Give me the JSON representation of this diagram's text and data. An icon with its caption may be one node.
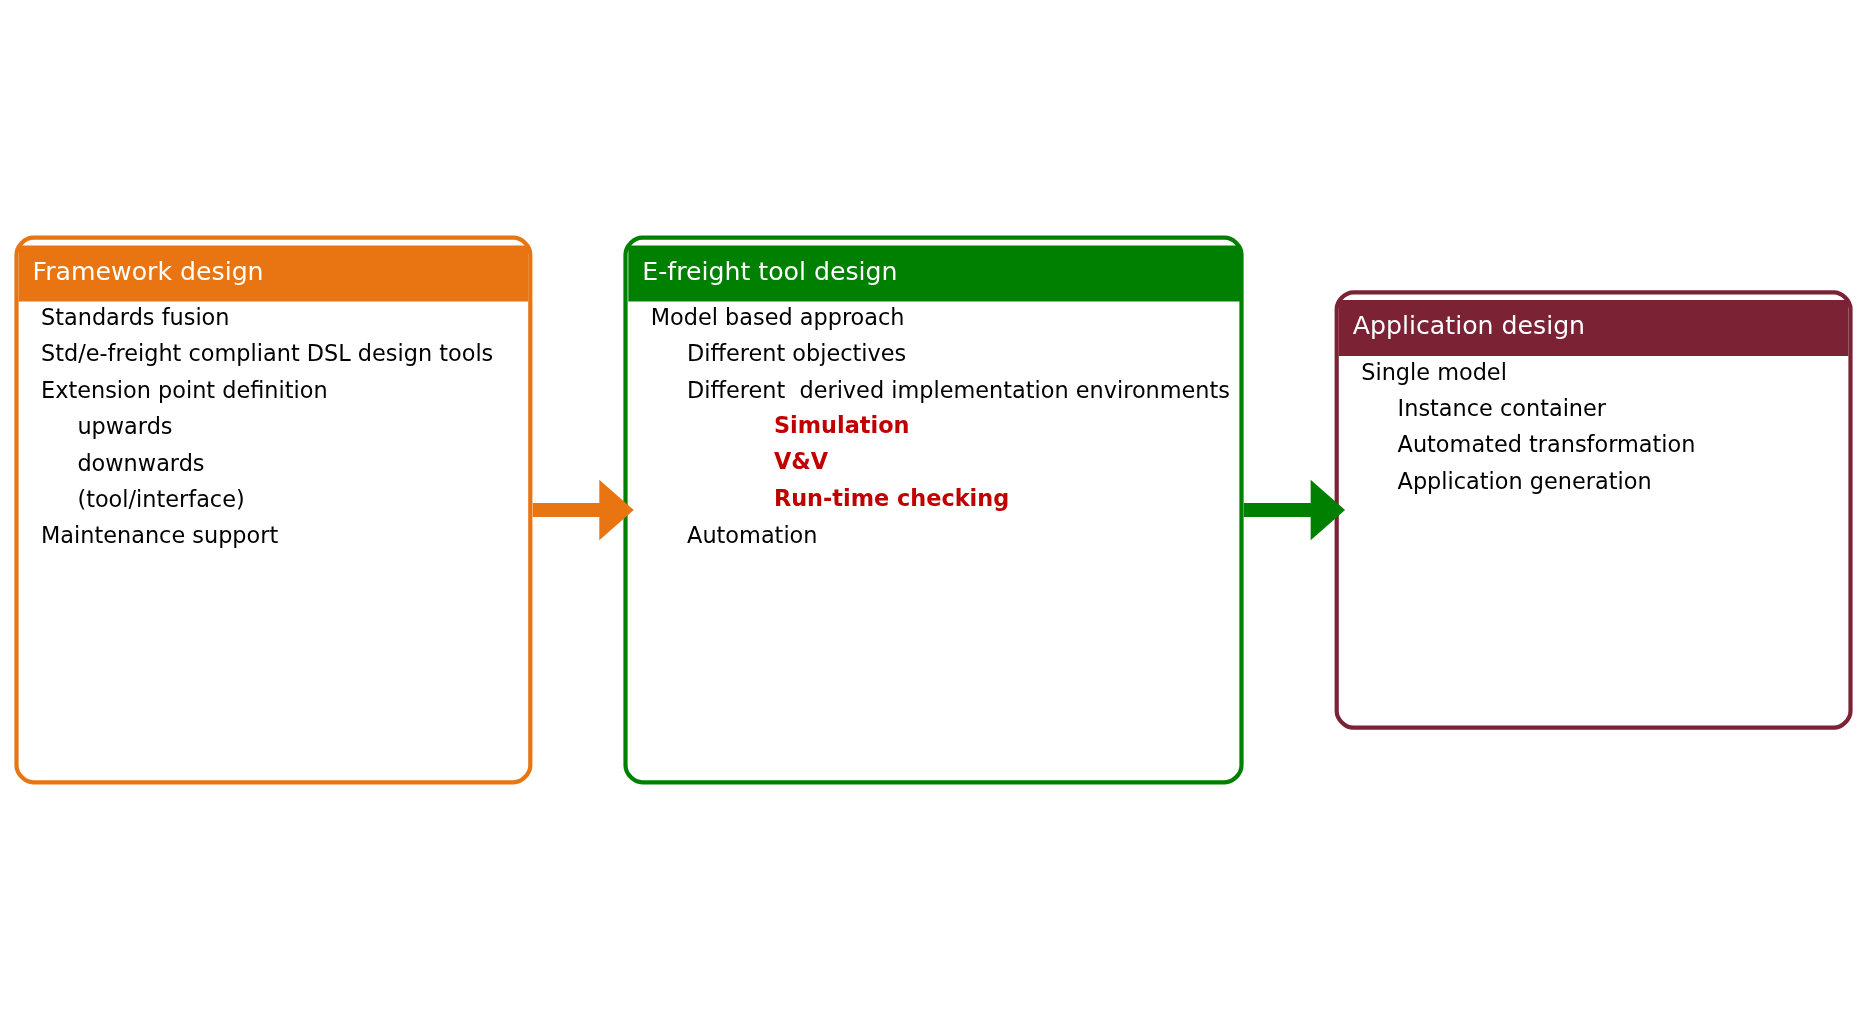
{
  "diagram": {
    "nodes": [
      {
        "text": [
          "Framework design",
          "Standards fusion",
          "Std/e-freight compliant DSL design tools",
          "Extension point definition",
          "upwards",
          "downwards",
          "(tool/interface)",
          "Maintenance support"
        ]
      },
      {
        "text": [
          "E-freight tool design",
          "Model based approach",
          "Different objectives",
          "Different  derived implementation environments",
          "Simulation",
          "V&V",
          "Run-time checking",
          "Automation"
        ]
      },
      {
        "text": [
          "Application design",
          "Single model",
          "Instance container",
          "Automated transformation",
          "Application generation"
        ]
      }
    ],
    "edges": [
      {
        "from": 0,
        "to": 1,
        "arrow": "to",
        "color": "#e87511"
      },
      {
        "from": 1,
        "to": 2,
        "arrow": "to",
        "color": "#008000"
      }
    ]
  }
}
